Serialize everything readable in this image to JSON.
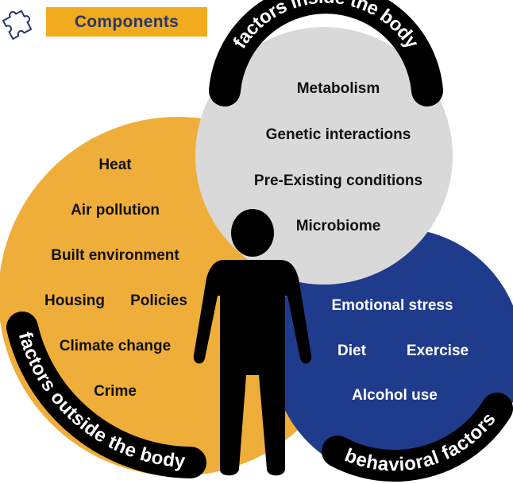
{
  "header": {
    "title": "Components"
  },
  "colors": {
    "header_bg": "#f0ac1e",
    "header_text": "#27356f",
    "outside_circle": "#efae3a",
    "inside_circle": "#d9d9d9",
    "behavior_circle": "#1f3c8c",
    "ring_band": "#000000",
    "text_dark": "#111111",
    "text_light": "#ffffff",
    "person": "#000000",
    "puzzle": "#27356f"
  },
  "icons": {
    "puzzle": "puzzle-piece-icon",
    "person": "person-silhouette-icon"
  },
  "groups": {
    "inside": {
      "arc_label": "factors inside the body",
      "items": [
        "Metabolism",
        "Genetic interactions",
        "Pre-Existing conditions",
        "Microbiome"
      ]
    },
    "outside": {
      "arc_label": "factors outside the body",
      "items": [
        "Heat",
        "Air pollution",
        "Built environment",
        "Housing",
        "Policies",
        "Climate change",
        "Crime"
      ]
    },
    "behavioral": {
      "arc_label": "behavioral factors",
      "items": [
        "Emotional stress",
        "Diet",
        "Exercise",
        "Alcohol use"
      ]
    }
  }
}
